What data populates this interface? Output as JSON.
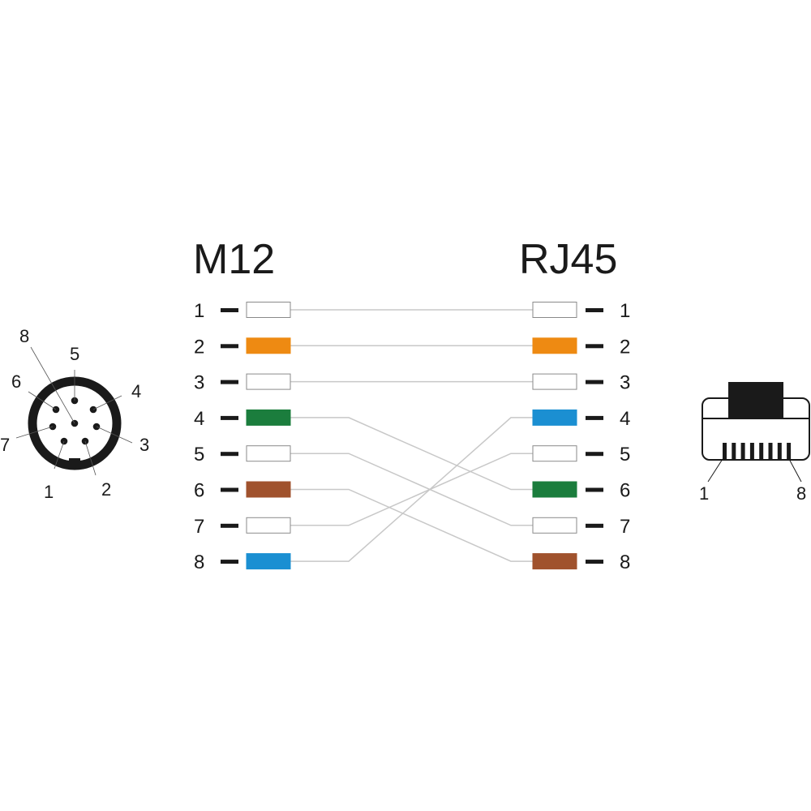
{
  "diagram": {
    "left_title": "M12",
    "right_title": "RJ45",
    "colors": {
      "white": "#ffffff",
      "orange": "#ee8a12",
      "green": "#1b7d3d",
      "brown": "#a0522d",
      "blue": "#1b8fd2",
      "wire": "#c8c8c8",
      "ink": "#1a1a1a"
    },
    "m12_pins": [
      {
        "num": "1",
        "color": "white"
      },
      {
        "num": "2",
        "color": "orange"
      },
      {
        "num": "3",
        "color": "white"
      },
      {
        "num": "4",
        "color": "green"
      },
      {
        "num": "5",
        "color": "white"
      },
      {
        "num": "6",
        "color": "brown"
      },
      {
        "num": "7",
        "color": "white"
      },
      {
        "num": "8",
        "color": "blue"
      }
    ],
    "rj45_pins": [
      {
        "num": "1",
        "color": "white"
      },
      {
        "num": "2",
        "color": "orange"
      },
      {
        "num": "3",
        "color": "white"
      },
      {
        "num": "4",
        "color": "blue"
      },
      {
        "num": "5",
        "color": "white"
      },
      {
        "num": "6",
        "color": "green"
      },
      {
        "num": "7",
        "color": "white"
      },
      {
        "num": "8",
        "color": "brown"
      }
    ],
    "connections": [
      {
        "from": 1,
        "to": 1
      },
      {
        "from": 2,
        "to": 2
      },
      {
        "from": 3,
        "to": 3
      },
      {
        "from": 4,
        "to": 6
      },
      {
        "from": 5,
        "to": 7
      },
      {
        "from": 6,
        "to": 8
      },
      {
        "from": 7,
        "to": 5
      },
      {
        "from": 8,
        "to": 4
      }
    ],
    "m12_face_labels": [
      "1",
      "2",
      "3",
      "4",
      "5",
      "6",
      "7",
      "8"
    ],
    "rj45_face_labels": {
      "first": "1",
      "last": "8"
    }
  }
}
